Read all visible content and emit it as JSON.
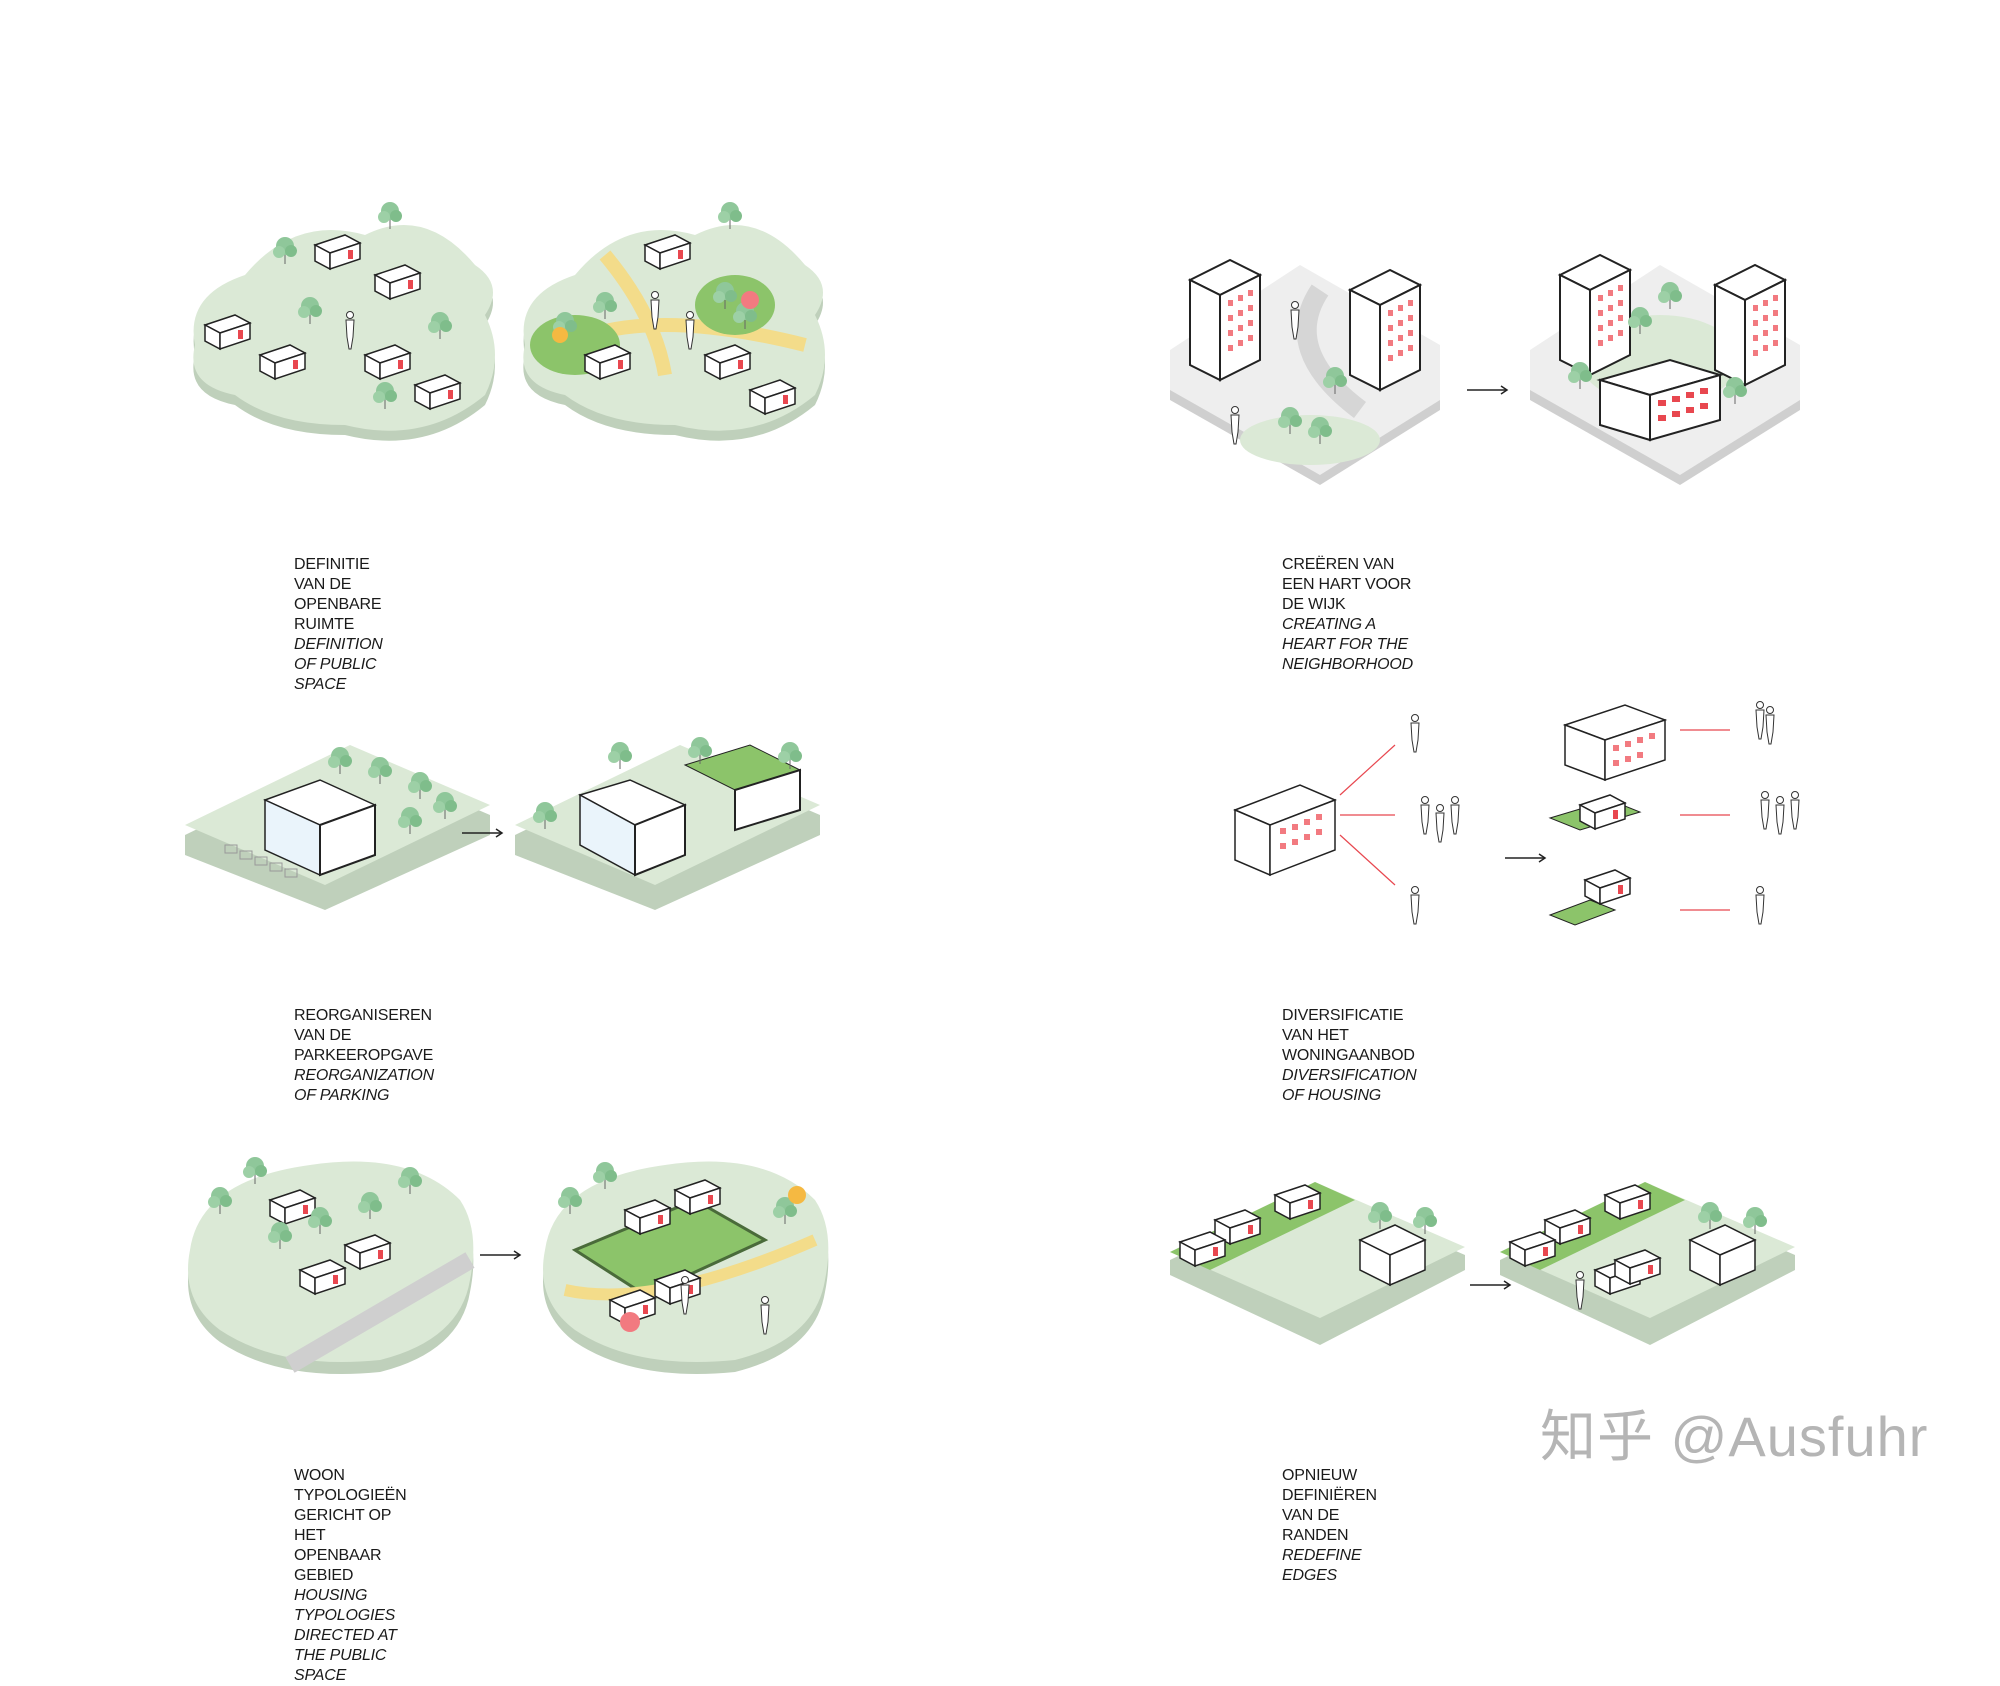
{
  "panels": [
    {
      "title_nl": "DEFINITIE VAN DE OPENBARE RUIMTE",
      "title_en": "DEFINITION OF PUBLIC SPACE"
    },
    {
      "title_nl": "CREËREN VAN EEN HART VOOR DE WIJK",
      "title_en": "CREATING A HEART FOR THE NEIGHBORHOOD"
    },
    {
      "title_nl": "REORGANISEREN VAN DE PARKEEROPGAVE",
      "title_en": "REORGANIZATION OF PARKING"
    },
    {
      "title_nl": "DIVERSIFICATIE VAN HET WONINGAANBOD",
      "title_en": "DIVERSIFICATION OF HOUSING"
    },
    {
      "title_nl": "WOON TYPOLOGIEËN GERICHT OP HET OPENBAAR GEBIED",
      "title_en": "HOUSING TYPOLOGIES DIRECTED AT THE PUBLIC SPACE"
    },
    {
      "title_nl": "OPNIEUW DEFINIËREN VAN DE RANDEN",
      "title_en": "REDEFINE EDGES"
    }
  ],
  "watermark": "知乎 @Ausfuhr",
  "colors": {
    "ground": "#dbe9d6",
    "ground_edge": "#bfd0bb",
    "tree": "#8fc79a",
    "accent_red": "#e8474f",
    "path": "#f3dc8a",
    "bright_green": "#8cc46a"
  }
}
